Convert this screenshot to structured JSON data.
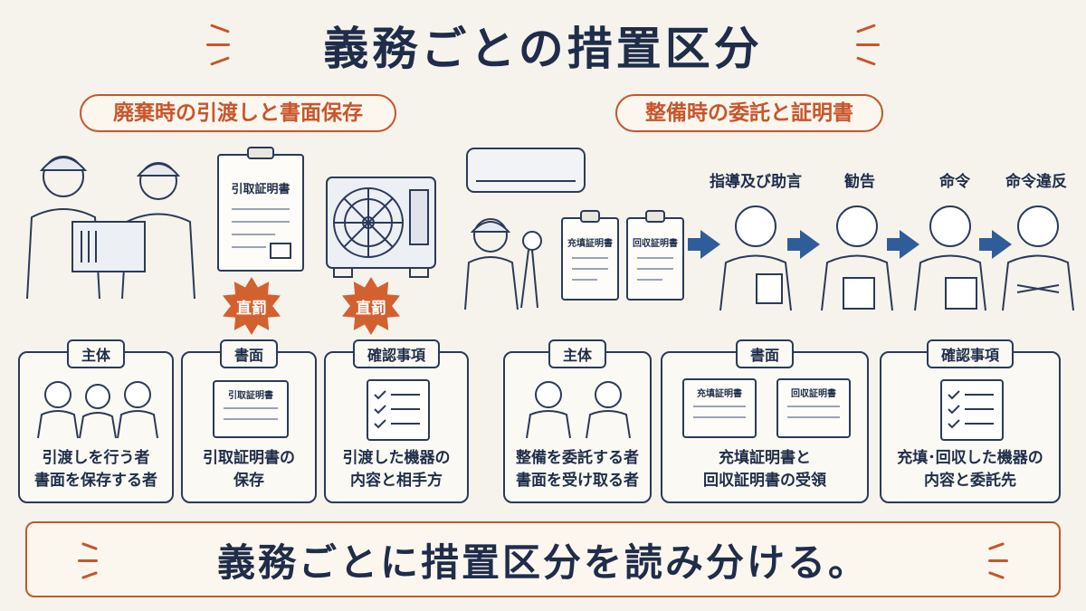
{
  "title": "義務ごとの措置区分",
  "left_section": {
    "label": "廃棄時の引渡しと書面保存",
    "doc_title": "引取証明書",
    "penalty_badges": [
      "直罰",
      "直罰"
    ]
  },
  "right_section": {
    "label": "整備時の委託と証明書",
    "docs": [
      "充填証明書",
      "回収証明書"
    ],
    "steps": [
      "指導及び助言",
      "勧告",
      "命令",
      "命令違反"
    ]
  },
  "cards": [
    {
      "tag": "主体",
      "text": "引渡しを行う者\n書面を保存する者"
    },
    {
      "tag": "書面",
      "doc": "引取証明書",
      "text": "引取証明書の\n保存"
    },
    {
      "tag": "確認事項",
      "text": "引渡した機器の\n内容と相手方"
    },
    {
      "tag": "主体",
      "text": "整備を委託する者\n書面を受け取る者"
    },
    {
      "tag": "書面",
      "docs": [
        "充填証明書",
        "回収証明書"
      ],
      "text": "充填証明書と\n回収証明書の受領"
    },
    {
      "tag": "確認事項",
      "text": "充填･回収した機器の\n内容と委託先"
    }
  ],
  "footer": "義務ごとに措置区分を読み分ける。",
  "colors": {
    "accent": "#c8552b",
    "navy": "#1f2d4a",
    "arrow": "#2f5d9a",
    "background": "#f6f3ec"
  },
  "icons": [
    "workers-handover-icon",
    "outdoor-unit-icon",
    "technician-gauge-icon",
    "indoor-ac-icon",
    "person-icon",
    "checklist-icon"
  ]
}
